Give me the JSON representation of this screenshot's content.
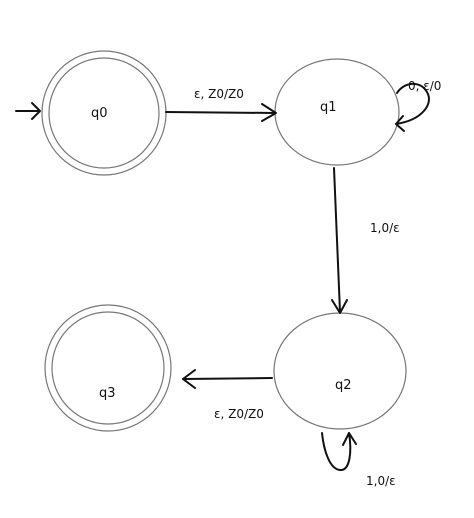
{
  "states": {
    "q0": {
      "label": "q0",
      "accepting": true,
      "initial": true
    },
    "q1": {
      "label": "q1",
      "accepting": false
    },
    "q2": {
      "label": "q2",
      "accepting": false
    },
    "q3": {
      "label": "q3",
      "accepting": true
    }
  },
  "transitions": {
    "q0_q1": {
      "from": "q0",
      "to": "q1",
      "label": "ε, Z0/Z0"
    },
    "q1_q1": {
      "from": "q1",
      "to": "q1",
      "label": "0, ε/0"
    },
    "q1_q2": {
      "from": "q1",
      "to": "q2",
      "label": "1,0/ε"
    },
    "q2_q2": {
      "from": "q2",
      "to": "q2",
      "label": "1,0/ε"
    },
    "q2_q3": {
      "from": "q2",
      "to": "q3",
      "label": "ε, Z0/Z0"
    }
  }
}
